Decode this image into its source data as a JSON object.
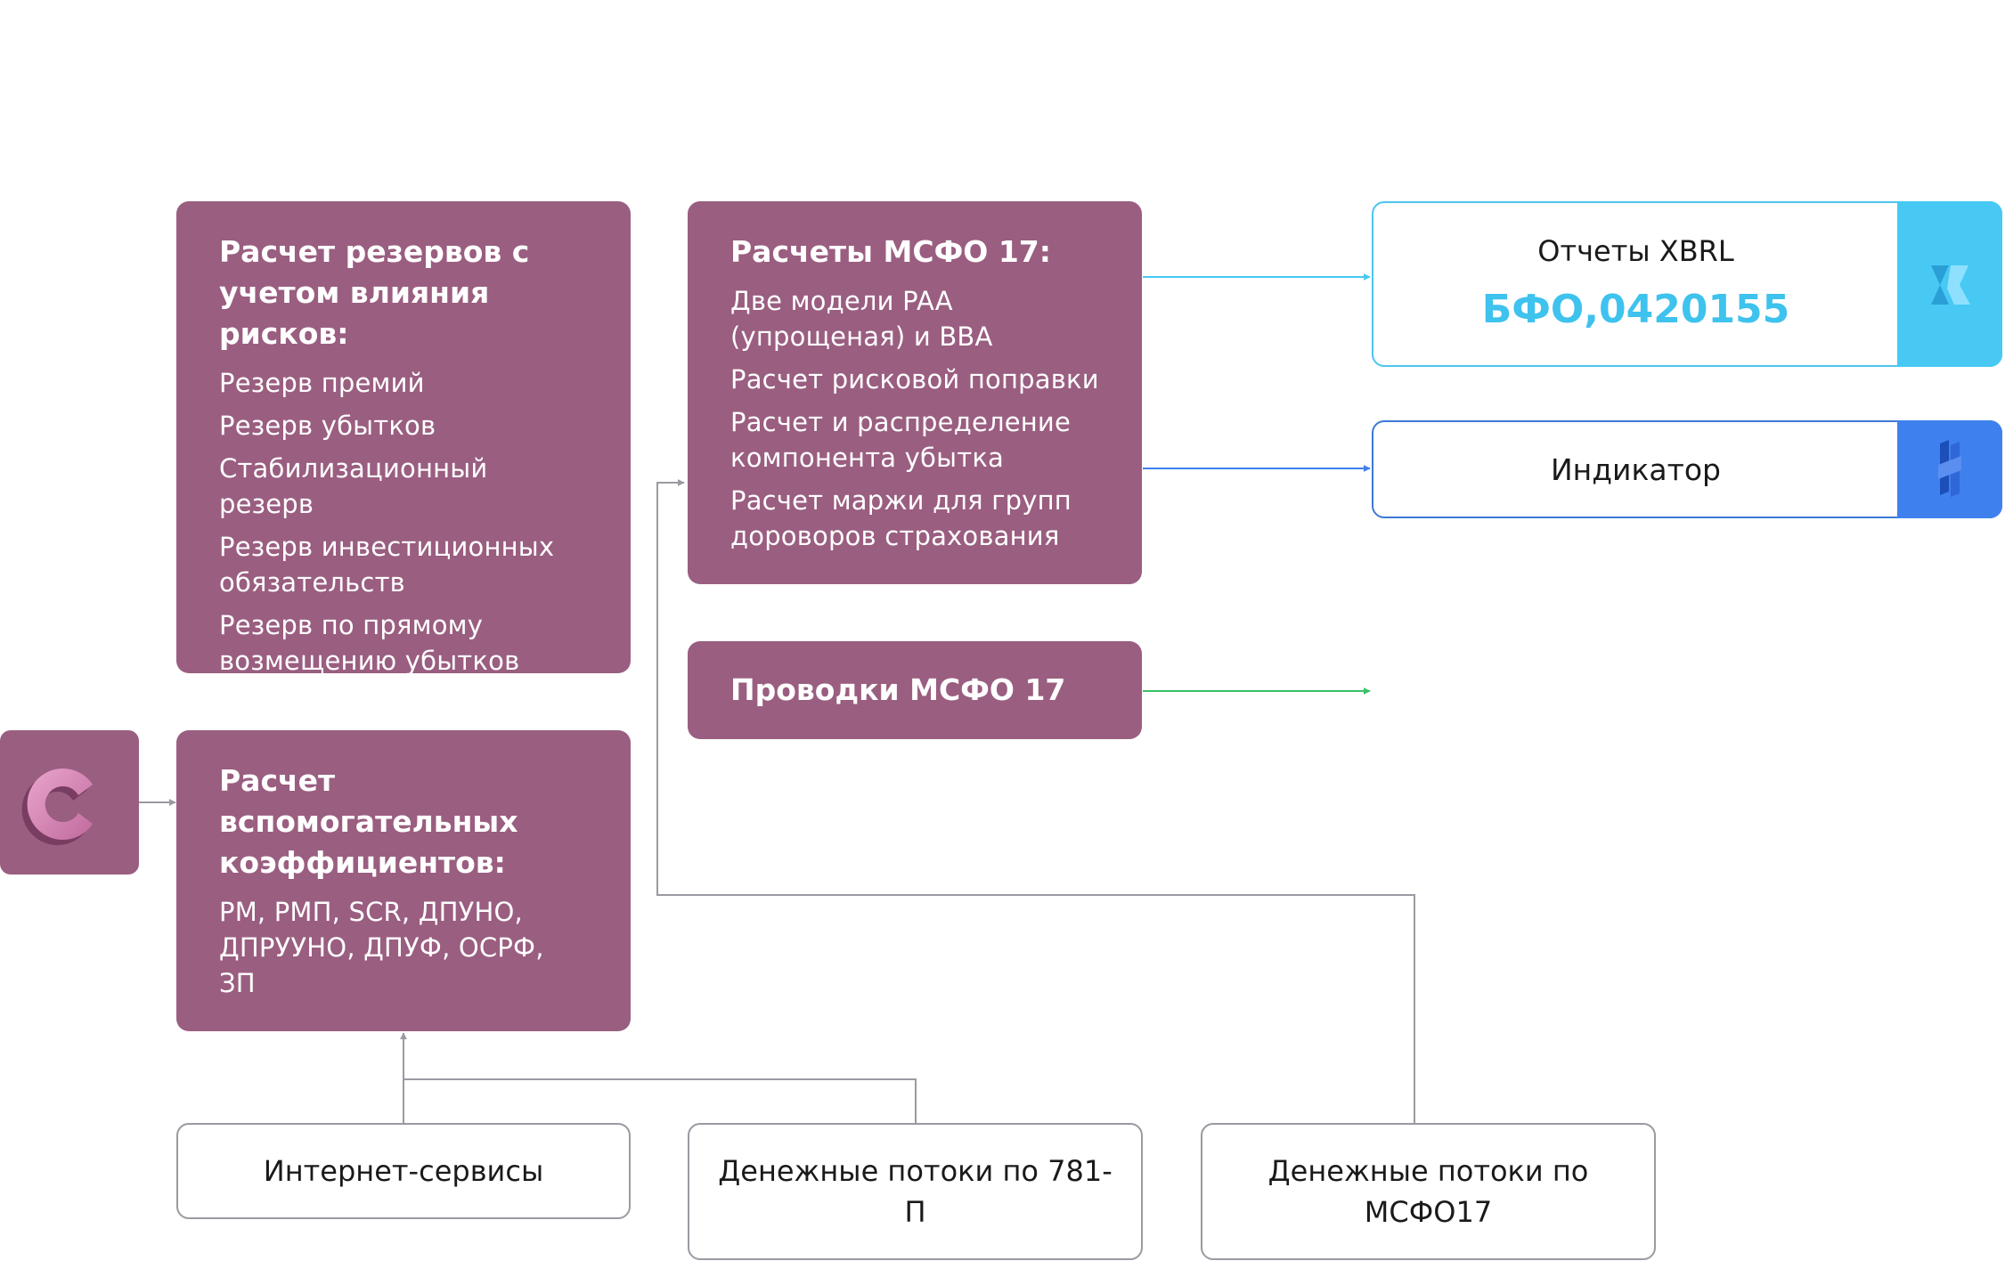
{
  "reserves_box": {
    "title": "Расчет резервов с учетом влияния рисков:",
    "items": [
      "Резерв премий",
      "Резерв убытков",
      "Стабилизационный резерв",
      "Резерв инвестиционных обязательств",
      "Резерв по прямому возмещению убытков"
    ]
  },
  "ifrs_box": {
    "title": "Расчеты МСФО 17:",
    "items": [
      "Две модели PAA (упрощеная) и BBA",
      "Расчет рисковой поправки",
      "Расчет и распределение компонента убытка",
      "Расчет маржи для групп дороворов страхования"
    ]
  },
  "postings_box": {
    "title": "Проводки МСФО 17"
  },
  "coefficients_box": {
    "title": "Расчет вспомогательных коэффициентов:",
    "items": [
      "РМ, РМП, SCR, ДПУНО, ДПРУУНО, ДПУФ, ОСРФ, ЗП"
    ]
  },
  "xbrl_box": {
    "title": "Отчеты XBRL",
    "code": "БФО,0420155"
  },
  "indicator_box": {
    "title": "Индикатор"
  },
  "sources": {
    "internet": "Интернет-сервисы",
    "cashflow_781": "Денежные потоки по 781-П",
    "cashflow_ifrs": "Денежные потоки по МСФО17"
  },
  "colors": {
    "box_fill": "#9a5e80",
    "xbrl_accent": "#47c9f4",
    "indicator_accent": "#3f80ef",
    "postings_line": "#3cc068",
    "connector": "#9a9aa2"
  },
  "icons": [
    "app-logo-icon",
    "xbrl-logo-icon",
    "indicator-logo-icon"
  ]
}
